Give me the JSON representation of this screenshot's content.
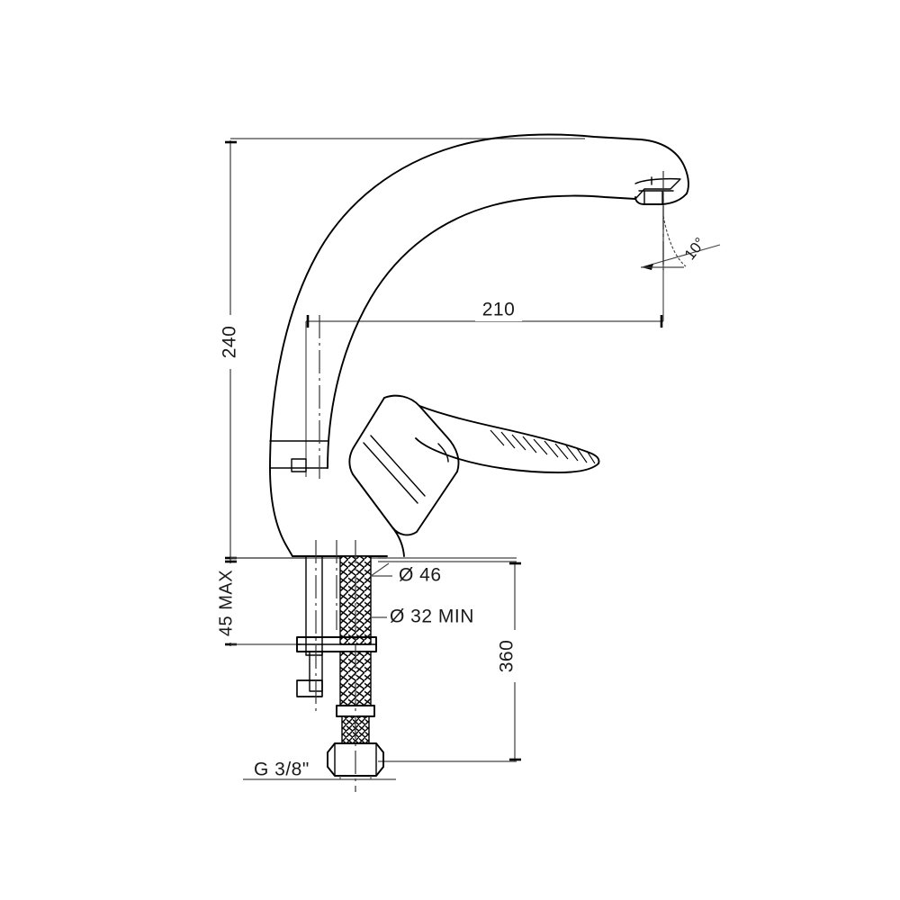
{
  "drawing": {
    "title": "Single-lever sink mixer tap dimensional drawing",
    "type": "technical-line-drawing",
    "units": "mm",
    "background_color": "#ffffff",
    "line_color": "#000000",
    "dimension_line_color": "#444444"
  },
  "dimensions": {
    "spout_height": {
      "label": "240",
      "orientation": "vertical",
      "position": "left",
      "description": "Overall height from mounting surface to top of spout"
    },
    "spout_reach": {
      "label": "210",
      "orientation": "horizontal",
      "position": "upper-middle",
      "description": "Horizontal reach from body centreline to spout outlet"
    },
    "outlet_angle": {
      "label": "10°",
      "orientation": "angular",
      "position": "spout-outlet",
      "description": "Outlet stream angle at aerator"
    },
    "deck_thickness": {
      "label": "45 MAX",
      "orientation": "vertical",
      "position": "left-lower",
      "description": "Maximum worktop / deck thickness"
    },
    "body_diameter": {
      "label": "Ø 46",
      "orientation": "horizontal-leader",
      "position": "right-of-base",
      "description": "Outer diameter of tap base"
    },
    "hole_diameter": {
      "label": "Ø 32  MIN",
      "orientation": "horizontal-leader",
      "position": "right-of-shank",
      "description": "Minimum mounting hole diameter"
    },
    "hose_length": {
      "label": "360",
      "orientation": "vertical",
      "position": "right",
      "description": "Length of flexible connection hoses"
    },
    "thread_size": {
      "label": "G  3/8\"",
      "orientation": "horizontal-leader",
      "position": "bottom-left",
      "description": "Supply hose connection thread"
    }
  },
  "components": [
    {
      "name": "spout",
      "label": "Curved swan-neck spout"
    },
    {
      "name": "aerator",
      "label": "Spout outlet aerator"
    },
    {
      "name": "lever-handle",
      "label": "Single lever handle with ribbed grip"
    },
    {
      "name": "body",
      "label": "Mixer body / base"
    },
    {
      "name": "mounting-surface",
      "label": "Deck / worktop surface line"
    },
    {
      "name": "threaded-shank",
      "label": "Threaded mounting shank"
    },
    {
      "name": "fixing-nut",
      "label": "Fixing washer and nut"
    },
    {
      "name": "flexible-hose",
      "label": "Braided flexible supply hose"
    },
    {
      "name": "hex-fitting",
      "label": "Hexagonal connection fitting"
    }
  ]
}
